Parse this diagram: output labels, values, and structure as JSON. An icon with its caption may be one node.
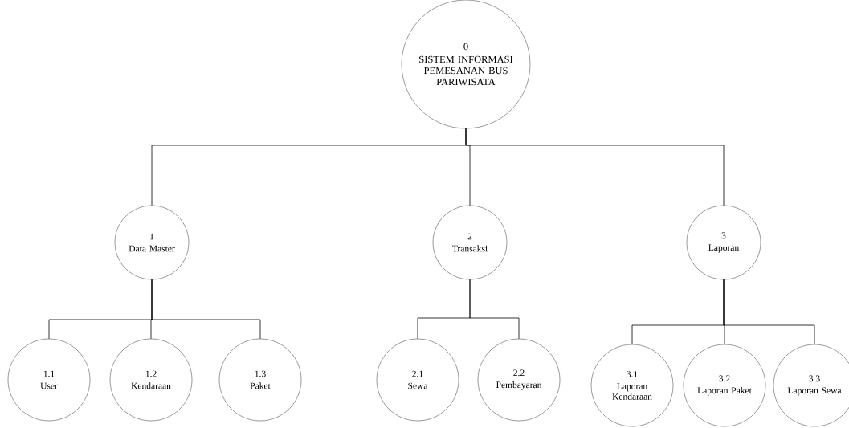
{
  "diagram": {
    "nodes": [
      {
        "text": [
          "0",
          "SISTEM INFORMASI PEMESANAN BUS PARIWISATA"
        ]
      },
      {
        "text": [
          "1",
          "Data Master"
        ]
      },
      {
        "text": [
          "2",
          "Transaksi"
        ]
      },
      {
        "text": [
          "3",
          "Laporan"
        ]
      },
      {
        "text": [
          "1.1",
          "User"
        ]
      },
      {
        "text": [
          "1.2",
          "Kendaraan"
        ]
      },
      {
        "text": [
          "1.3",
          "Paket"
        ]
      },
      {
        "text": [
          "2.1",
          "Sewa"
        ]
      },
      {
        "text": [
          "2.2",
          "Pembayaran"
        ]
      },
      {
        "text": [
          "3.1",
          "Laporan Kendaraan"
        ]
      },
      {
        "text": [
          "3.2",
          "Laporan Paket"
        ]
      },
      {
        "text": [
          "3.3",
          "Laporan Sewa"
        ]
      }
    ],
    "edges": [
      {
        "from": 0,
        "to": 1,
        "arrow": "none"
      },
      {
        "from": 0,
        "to": 2,
        "arrow": "none"
      },
      {
        "from": 0,
        "to": 3,
        "arrow": "none"
      },
      {
        "from": 1,
        "to": 4,
        "arrow": "none"
      },
      {
        "from": 1,
        "to": 5,
        "arrow": "none"
      },
      {
        "from": 1,
        "to": 6,
        "arrow": "none"
      },
      {
        "from": 2,
        "to": 7,
        "arrow": "none"
      },
      {
        "from": 2,
        "to": 8,
        "arrow": "none"
      },
      {
        "from": 3,
        "to": 9,
        "arrow": "none"
      },
      {
        "from": 3,
        "to": 10,
        "arrow": "none"
      },
      {
        "from": 3,
        "to": 11,
        "arrow": "none"
      }
    ]
  }
}
